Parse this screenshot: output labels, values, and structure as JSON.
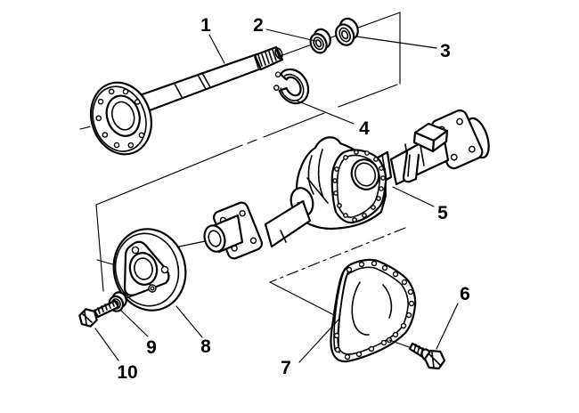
{
  "figure": {
    "kind": "exploded-parts-diagram",
    "subject": "rear-axle-assembly",
    "background_color": "#ffffff",
    "line_color": "#000000",
    "callouts": [
      {
        "number": "1",
        "part": "axle-shaft"
      },
      {
        "number": "2",
        "part": "inner-washer-seal"
      },
      {
        "number": "3",
        "part": "outer-washer-bearing"
      },
      {
        "number": "4",
        "part": "c-lock-retainer-clip"
      },
      {
        "number": "5",
        "part": "axle-housing"
      },
      {
        "number": "6",
        "part": "cover-bolt"
      },
      {
        "number": "7",
        "part": "differential-cover-and-gasket"
      },
      {
        "number": "8",
        "part": "retainer-plate"
      },
      {
        "number": "9",
        "part": "washer"
      },
      {
        "number": "10",
        "part": "retainer-bolt"
      }
    ]
  }
}
